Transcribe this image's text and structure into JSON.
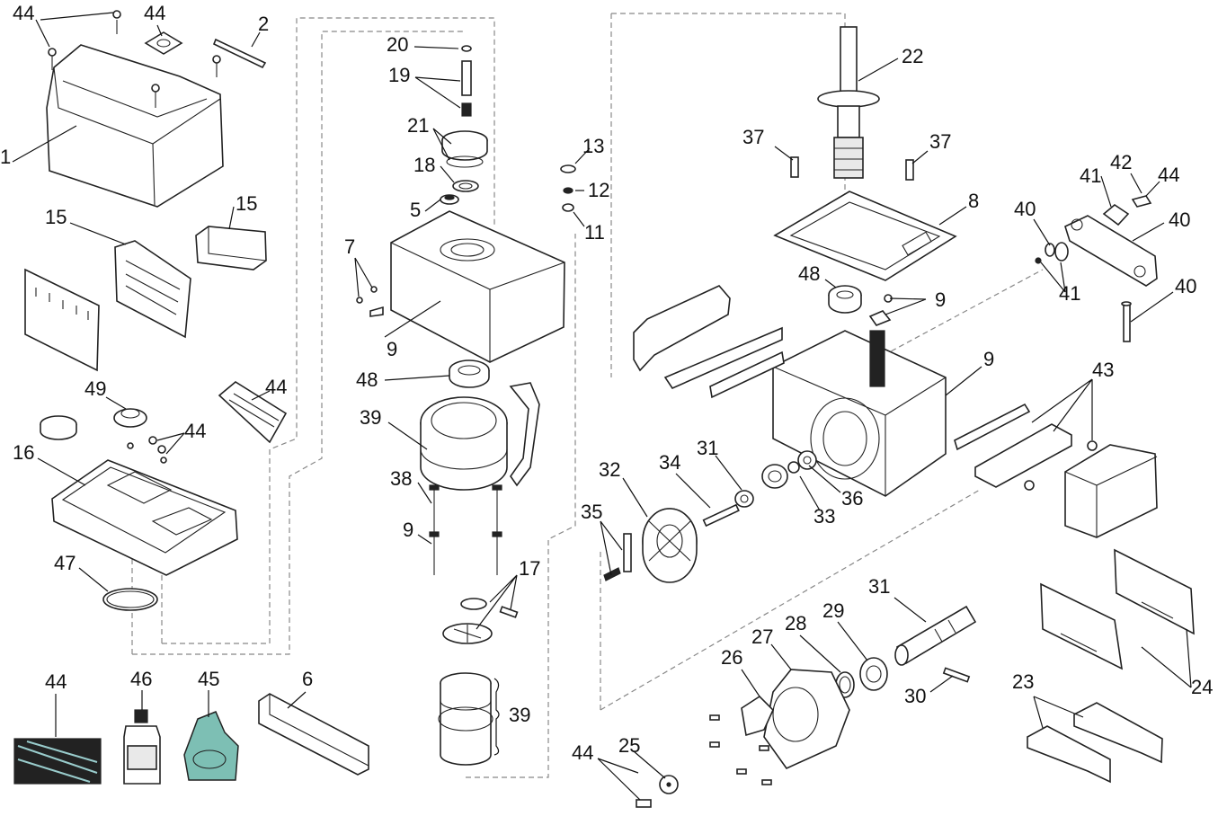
{
  "diagram": {
    "callouts": {
      "c44a": "44",
      "c44b": "44",
      "c2": "2",
      "c1": "1",
      "c15a": "15",
      "c15b": "15",
      "c49": "49",
      "c44c": "44",
      "c44d": "44",
      "c16": "16",
      "c47": "47",
      "c20": "20",
      "c19": "19",
      "c21": "21",
      "c18": "18",
      "c5": "5",
      "c13": "13",
      "c12": "12",
      "c11": "11",
      "c7": "7",
      "c9a": "9",
      "c48a": "48",
      "c39a": "39",
      "c38": "38",
      "c9b": "9",
      "c17": "17",
      "c39b": "39",
      "c22": "22",
      "c37a": "37",
      "c37b": "37",
      "c8": "8",
      "c48b": "48",
      "c9c": "9",
      "c9d": "9",
      "c41a": "41",
      "c42": "42",
      "c44e": "44",
      "c40a": "40",
      "c40b": "40",
      "c41b": "41",
      "c40c": "40",
      "c43": "43",
      "c32": "32",
      "c34": "34",
      "c31a": "31",
      "c35": "35",
      "c33": "33",
      "c36": "36",
      "c31b": "31",
      "c29": "29",
      "c28": "28",
      "c27": "27",
      "c26": "26",
      "c30": "30",
      "c25": "25",
      "c44f": "44",
      "c24": "24",
      "c23": "23",
      "c44g": "44",
      "c46": "46",
      "c45": "45",
      "c6": "6"
    }
  }
}
